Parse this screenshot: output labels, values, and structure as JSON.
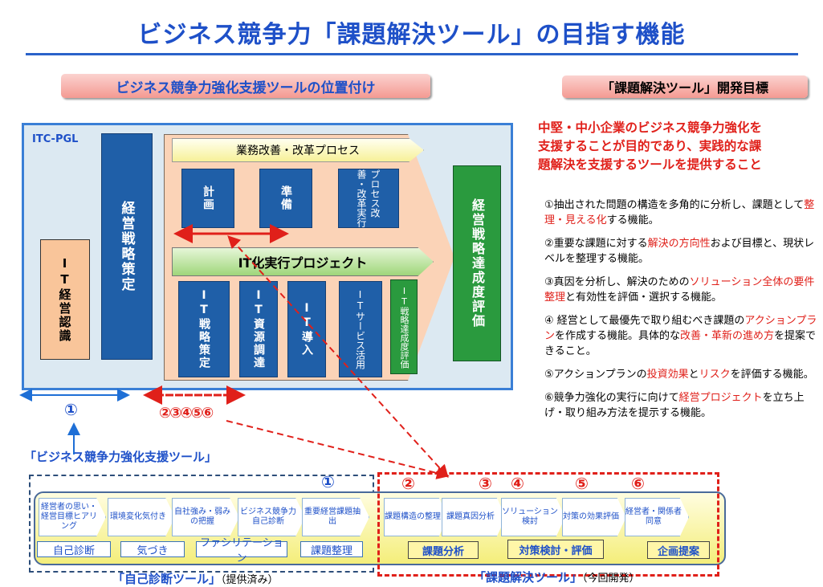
{
  "title": "ビジネス競争力「課題解決ツール」の目指す機能",
  "positioning_label": "ビジネス競争力強化支援ツールの位置付け",
  "dev_goal_label": "「課題解決ツール」開発目標",
  "lead": [
    "中堅・中小企業のビジネス競争力強化を",
    "支援することが目的であり、実践的な課",
    "題解決を支援するツールを提供すること"
  ],
  "diagram": {
    "itc_pgl": "ITC-PGL",
    "it_awareness": "IT経営認識",
    "strategy": "経営戦略策定",
    "process_banner": "業務改善・改革プロセス",
    "plan": "計画",
    "prepare": "準備",
    "process_exec": "プロセス改善・改革実行",
    "it_project": "IT化実行プロジェクト",
    "it_strategy": "IT戦略策定",
    "it_procure": "IT資源調達",
    "it_intro": "IT導入",
    "it_service": "ITサービス活用",
    "it_eval": "IT戦略達成度評価",
    "strategy_eval": "経営戦略達成度評価",
    "marker_1": "①",
    "marker_2_6": "②③④⑤⑥"
  },
  "features": [
    {
      "parts": [
        {
          "t": "①抽出された問題の構造を多角的に分析し、課題として"
        },
        {
          "t": "整理・見える化",
          "r": true
        },
        {
          "t": "する機能。"
        }
      ]
    },
    {
      "parts": [
        {
          "t": "②重要な課題に対する"
        },
        {
          "t": "解決の方向性",
          "r": true
        },
        {
          "t": "および目標と、現状レベルを整理する機能。"
        }
      ]
    },
    {
      "parts": [
        {
          "t": "③真因を分析し、解決のための"
        },
        {
          "t": "ソリューション全体の要件整理",
          "r": true
        },
        {
          "t": "と有効性を評価・選択する機能。"
        }
      ]
    },
    {
      "parts": [
        {
          "t": "④ 経営として最優先で取り組むべき課題の"
        },
        {
          "t": "アクションプラン",
          "r": true
        },
        {
          "t": "を作成する機能。具体的な"
        },
        {
          "t": "改善・革新の進め方",
          "r": true
        },
        {
          "t": "を提案できること。"
        }
      ]
    },
    {
      "parts": [
        {
          "t": "⑤アクションプランの"
        },
        {
          "t": "投資効果",
          "r": true
        },
        {
          "t": "と"
        },
        {
          "t": "リスク",
          "r": true
        },
        {
          "t": "を評価する機能。"
        }
      ]
    },
    {
      "parts": [
        {
          "t": "⑥競争力強化の実行に向けて"
        },
        {
          "t": "経営プロジェクト",
          "r": true
        },
        {
          "t": "を立ち上げ・取り組み方法を提示する機能。"
        }
      ]
    }
  ],
  "support_tool_label": "「ビジネス競争力強化支援ツール」",
  "self_diag": {
    "steps": [
      "経営者の思い・経営目標ヒアリング",
      "環境変化気付き",
      "自社強み・弱みの把握",
      "ビジネス競争力自己診断",
      "重要経営課題抽出"
    ],
    "cats": [
      "自己診断",
      "気づき",
      "ファシリテーション",
      "課題整理"
    ],
    "marker": "①",
    "label_main": "「自己診断ツール」",
    "label_sub": "（提供済み）"
  },
  "solve": {
    "steps": [
      "課題構造の整理",
      "課題真因分析",
      "ソリューション検討",
      "対策の効果評価",
      "経営者・関係者同意"
    ],
    "markers": [
      "②",
      "③",
      "④",
      "⑤",
      "⑥"
    ],
    "cats": [
      "課題分析",
      "対策検討・評価",
      "企画提案"
    ],
    "label_main": "「課題解決ツール」",
    "label_sub": "（今回開発）"
  },
  "colors": {
    "accent_blue": "#1e50c8",
    "accent_red": "#e0201a",
    "box_blue": "#1f5fa8",
    "box_green": "#2a9a3e"
  }
}
